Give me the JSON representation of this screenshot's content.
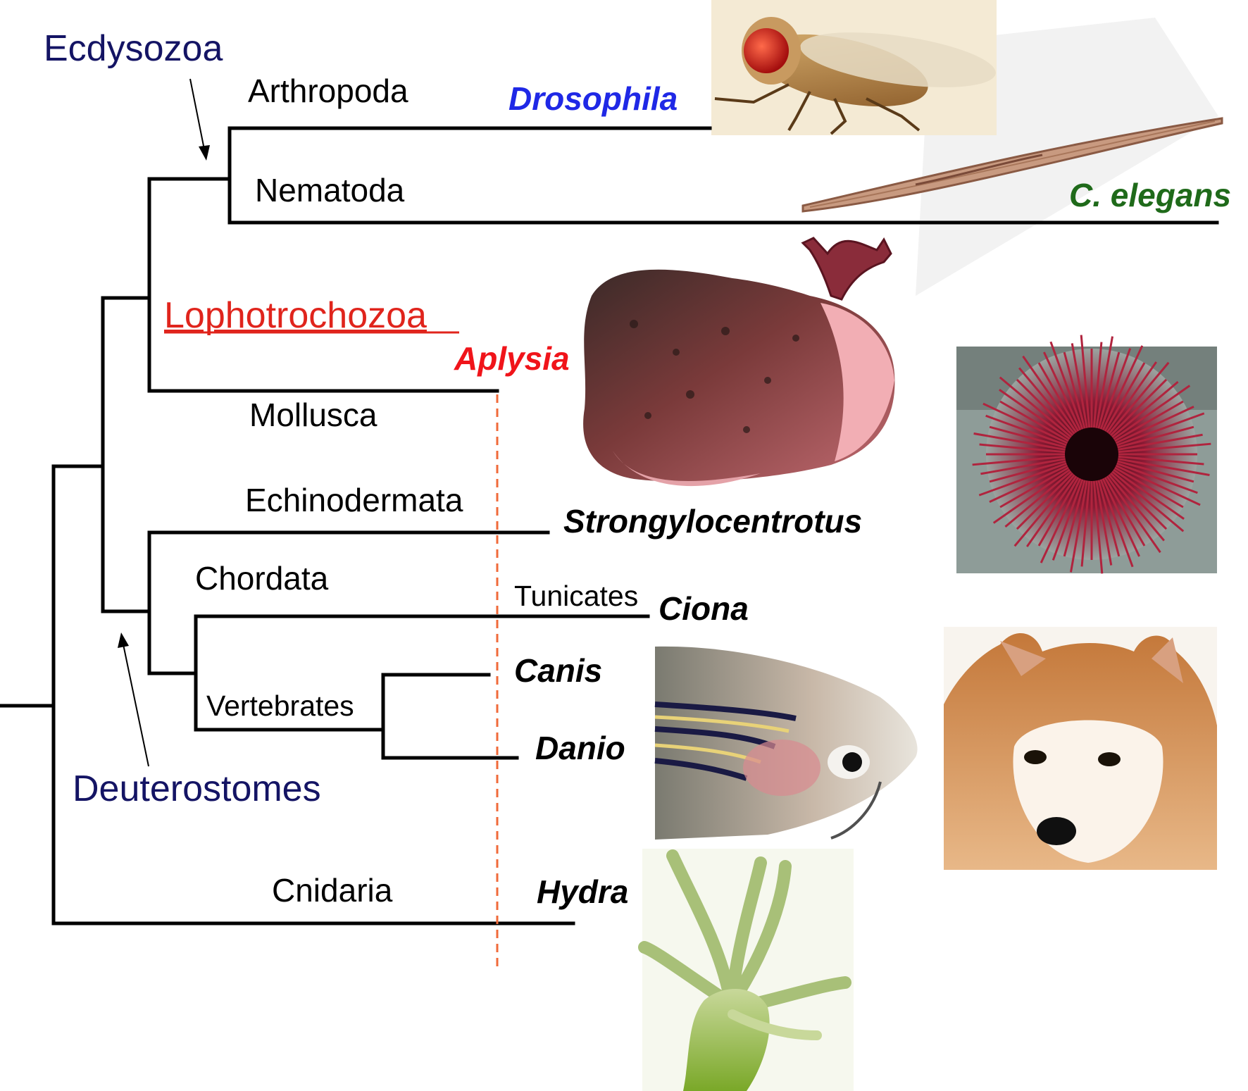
{
  "colors": {
    "clade_navy": "#141464",
    "lophotrochozoa_red": "#e0241c",
    "drosophila_blue": "#1f28e6",
    "elegans_green": "#1f6a1a",
    "aplysia_red": "#f0141a",
    "genus_black": "#000000",
    "cut_line": "#f06a3a"
  },
  "clades": {
    "ecdysozoa": "Ecdysozoa",
    "lophotrochozoa": "Lophotrochozoa",
    "deuterostomes": "Deuterostomes"
  },
  "phyla": {
    "arthropoda": "Arthropoda",
    "nematoda": "Nematoda",
    "mollusca": "Mollusca",
    "echinodermata": "Echinodermata",
    "chordata": "Chordata",
    "tunicates": "Tunicates",
    "vertebrates": "Vertebrates",
    "cnidaria": "Cnidaria"
  },
  "genera": {
    "drosophila": "Drosophila",
    "elegans": "C. elegans",
    "aplysia": "Aplysia",
    "strongylocentrotus": "Strongylocentrotus",
    "ciona": "Ciona",
    "canis": "Canis",
    "danio": "Danio",
    "hydra": "Hydra"
  },
  "images": {
    "fly": "drosophila-photo",
    "worm": "nematode-illustration",
    "slug": "aplysia-photo",
    "urchin": "sea-urchin-photo",
    "fish": "zebrafish-photo",
    "dog": "shiba-dog-photo",
    "hydra": "hydra-photo"
  }
}
